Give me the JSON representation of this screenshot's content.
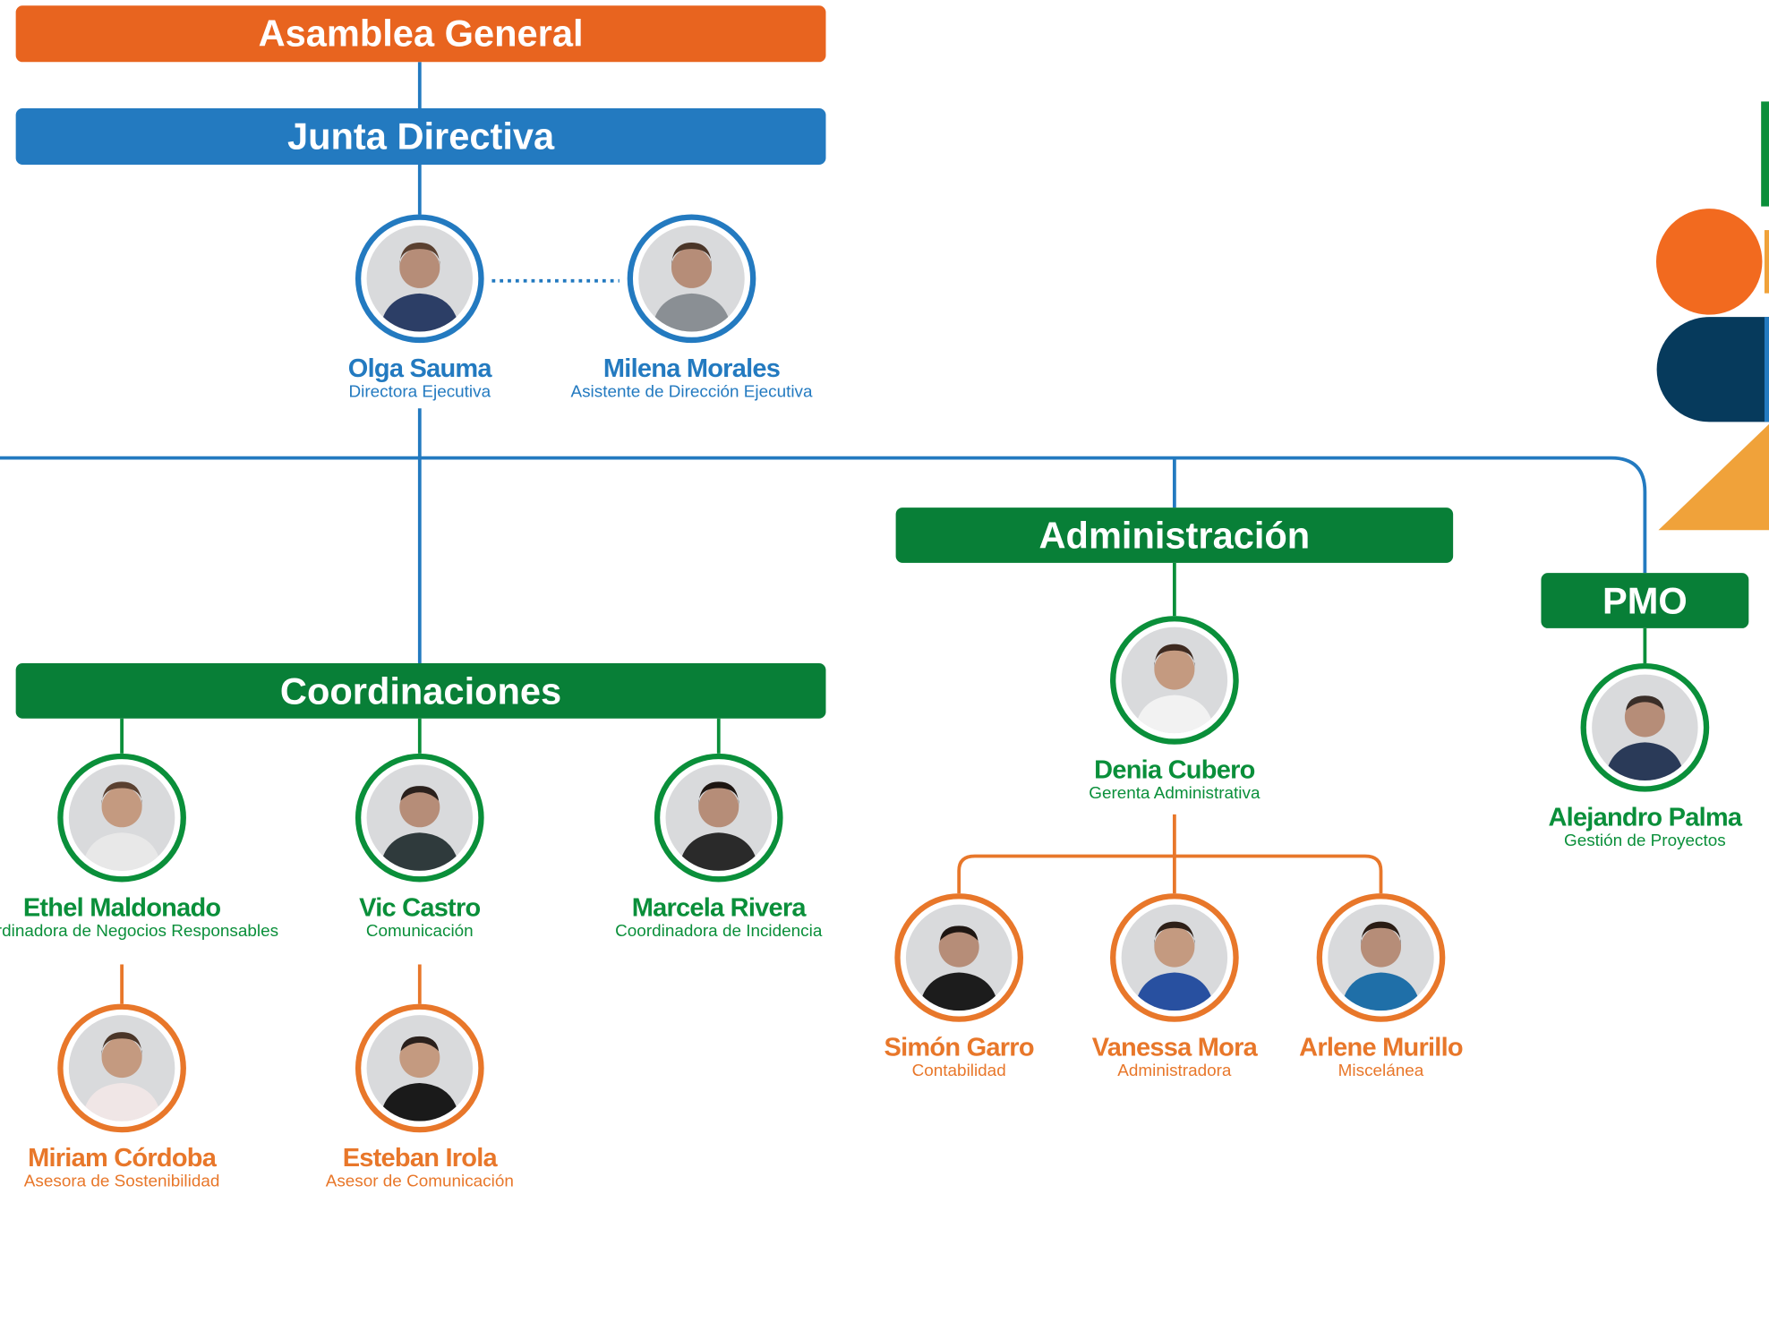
{
  "colors": {
    "orange": "#e8641f",
    "blue": "#237ac0",
    "green": "#087f37",
    "person_orange": "#e8772a",
    "navy": "#063a5c",
    "light_orange": "#f0a23a"
  },
  "bars": {
    "asamblea": "Asamblea General",
    "junta": "Junta Directiva",
    "administracion": "Administración",
    "pmo": "PMO",
    "coordinaciones": "Coordinaciones"
  },
  "people": {
    "olga": {
      "name": "Olga Sauma",
      "role": "Directora Ejecutiva"
    },
    "milena": {
      "name": "Milena Morales",
      "role": "Asistente de Dirección Ejecutiva"
    },
    "denia": {
      "name": "Denia Cubero",
      "role": "Gerenta Administrativa"
    },
    "alejandro": {
      "name": "Alejandro Palma",
      "role": "Gestión de Proyectos"
    },
    "ethel": {
      "name": "Ethel Maldonado",
      "role": "Coordinadora de Negocios Responsables"
    },
    "vic": {
      "name": "Vic Castro",
      "role": "Comunicación"
    },
    "marcela": {
      "name": "Marcela Rivera",
      "role": "Coordinadora de Incidencia"
    },
    "miriam": {
      "name": "Miriam Córdoba",
      "role": "Asesora de Sostenibilidad"
    },
    "esteban": {
      "name": "Esteban Irola",
      "role": "Asesor de Comunicación"
    },
    "simon": {
      "name": "Simón Garro",
      "role": "Contabilidad"
    },
    "vanessa": {
      "name": "Vanessa Mora",
      "role": "Administradora"
    },
    "arlene": {
      "name": "Arlene Murillo",
      "role": "Miscelánea"
    }
  },
  "icons": {
    "photo": "person-photo-icon"
  }
}
